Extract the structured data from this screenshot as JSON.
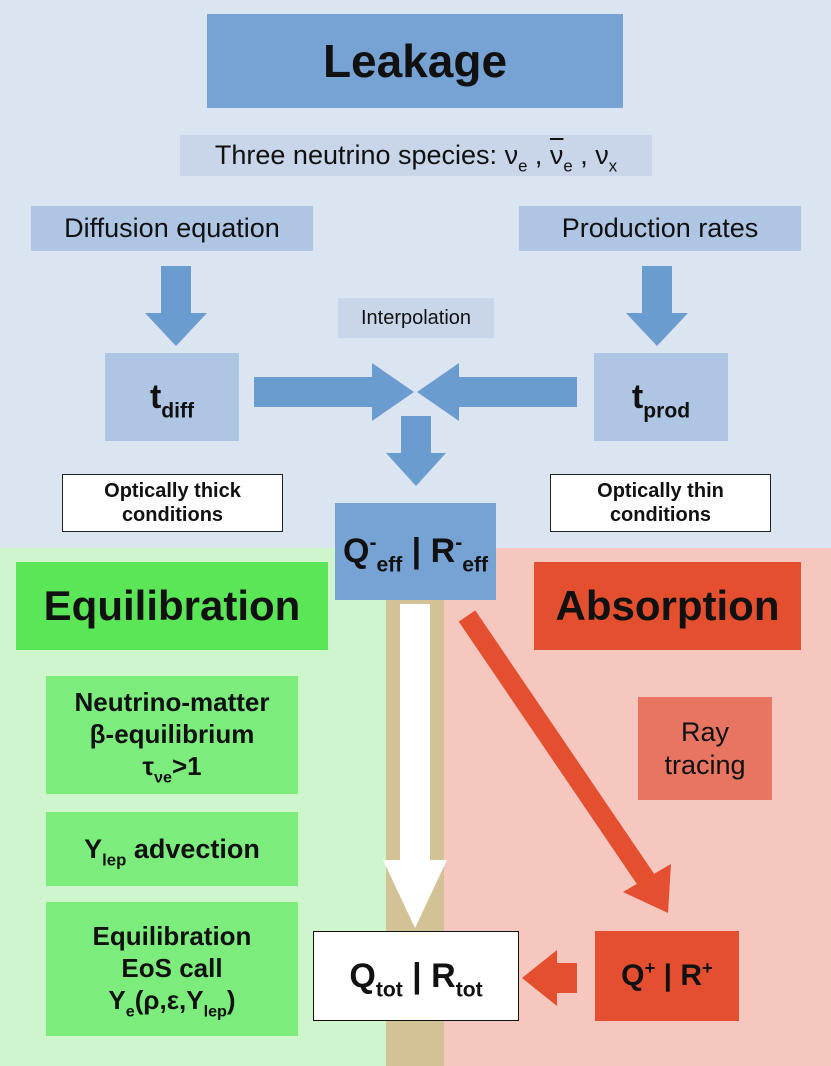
{
  "leakage": {
    "title": "Leakage",
    "species_prefix": "Three neutrino species: ",
    "species_nu": "ν",
    "species_e": "e",
    "species_sep": " , ",
    "species_x": "x",
    "diffusion": "Diffusion equation",
    "production": "Production rates",
    "interpolation": "Interpolation",
    "t": "t",
    "diff_sub": "diff",
    "prod_sub": "prod",
    "thick_line1": "Optically thick",
    "thick_line2": "conditions",
    "thin_line1": "Optically thin",
    "thin_line2": "conditions",
    "q": "Q",
    "r": "R",
    "minus": "-",
    "eff_sub": "eff",
    "bar": " | "
  },
  "equilibration": {
    "title": "Equilibration",
    "nm_line1": "Neutrino-matter",
    "nm_line2": "β-equilibrium",
    "nm_tau": "τ",
    "nm_tau_sub": "νe",
    "nm_gt": ">1",
    "ylep_y": "Y",
    "ylep_sub": "lep",
    "ylep_rest": " advection",
    "eos_line1": "Equilibration",
    "eos_line2": "EoS call",
    "eos_y": "Y",
    "eos_e": "e",
    "eos_args": "(ρ,ε,Y",
    "eos_lep": "lep",
    "eos_close": ")"
  },
  "absorption": {
    "title": "Absorption",
    "ray_line1": "Ray",
    "ray_line2": "tracing",
    "q": "Q",
    "r": "R",
    "plus": "+",
    "bar": " | "
  },
  "total": {
    "q": "Q",
    "r": "R",
    "tot_sub": "tot",
    "bar": " | "
  },
  "colors": {
    "leak_bg": "#dbe4f1",
    "equil_bg": "#cff5cd",
    "absorp_bg": "#f6c7bf",
    "blue_arrow": "#6b9cd0",
    "red_arrow": "#e4502f",
    "white_arrow": "#ffffff"
  }
}
